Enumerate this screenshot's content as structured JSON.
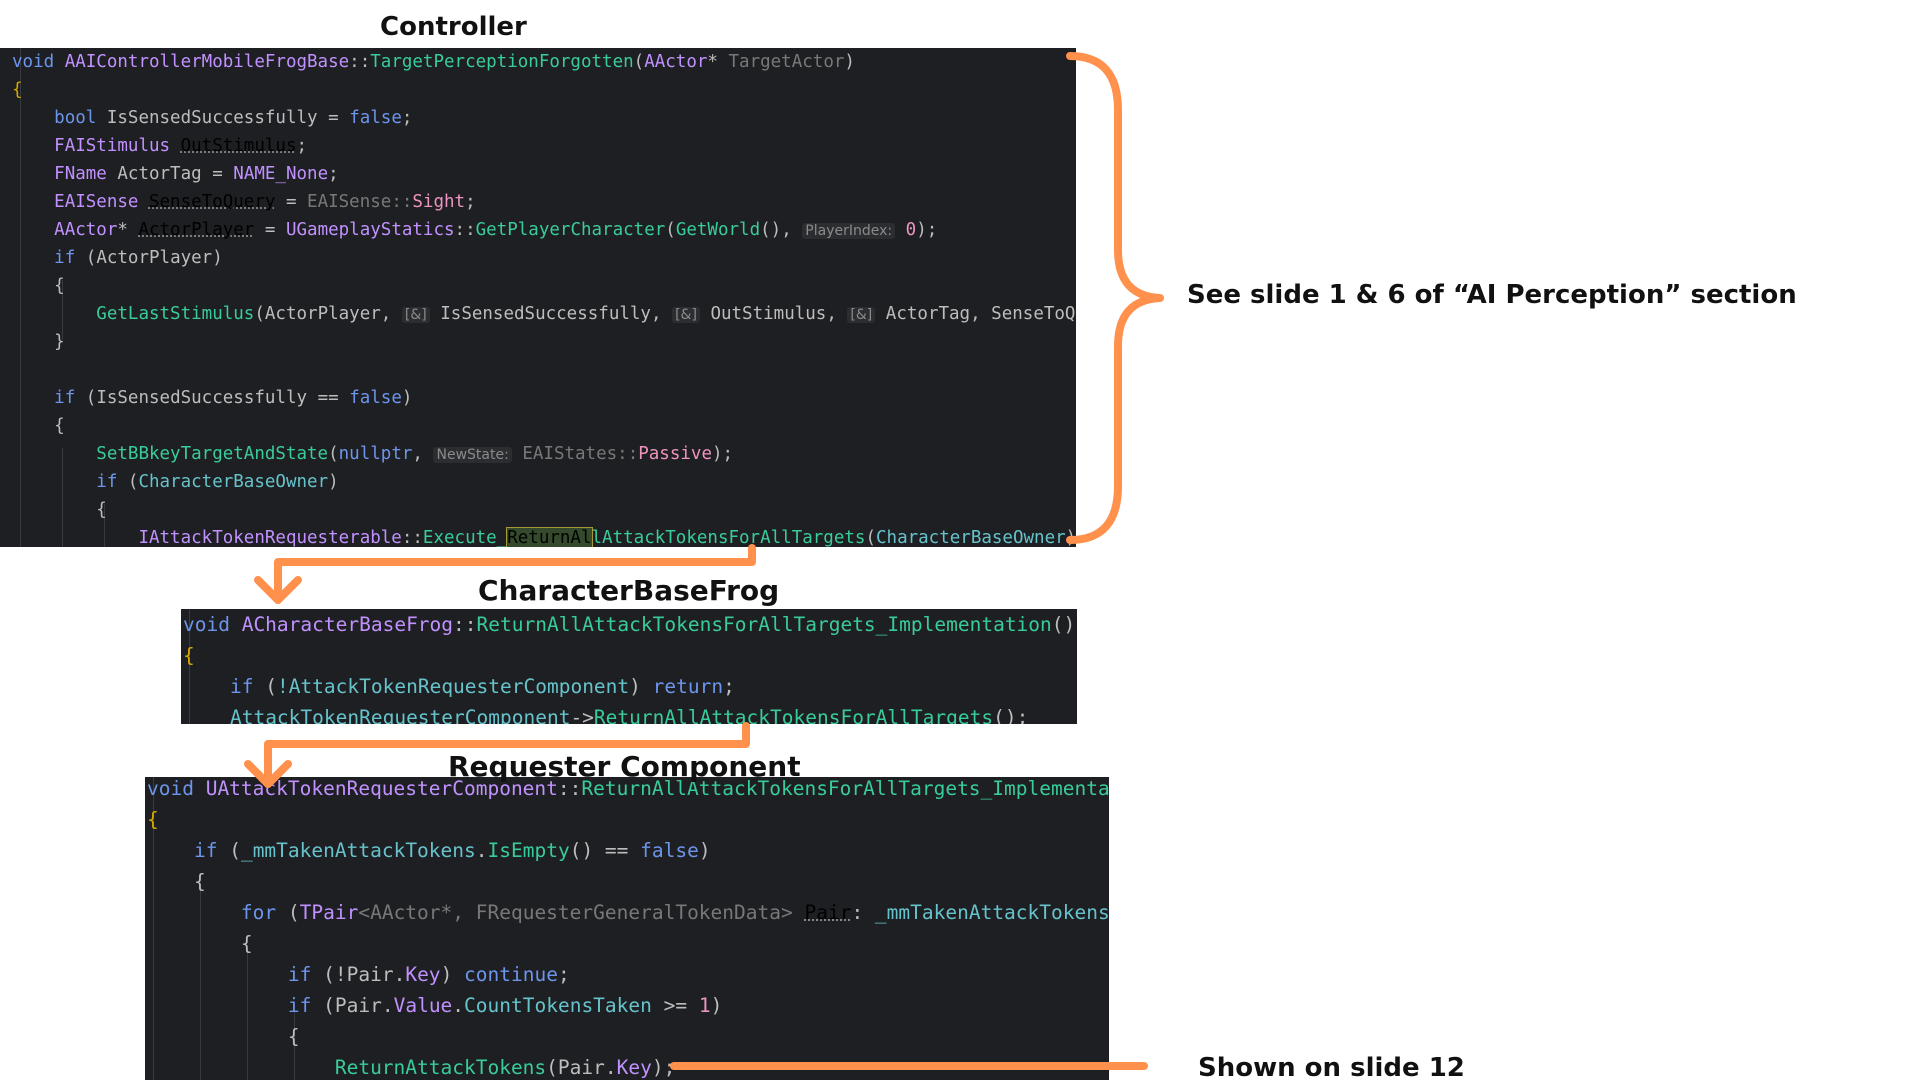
{
  "titles": {
    "controller": "Controller",
    "character_base_frog": "CharacterBaseFrog",
    "requester_component": "Requester Component"
  },
  "notes": {
    "perception": "See slide 1 & 6 of “AI Perception” section",
    "slide12": "Shown on slide 12"
  },
  "colors": {
    "editor_background": "#1e1f22",
    "connector_orange": "#ff914d",
    "keyword": "#6c95eb",
    "type": "#c191ff",
    "function": "#39cc9b"
  },
  "code_blocks": {
    "controller": [
      [
        [
          "kw",
          "void "
        ],
        [
          "ty",
          "AAIControllerMobileFrogBase"
        ],
        [
          "pu",
          "::"
        ],
        [
          "fn",
          "TargetPerceptionForgotten"
        ],
        [
          "pu",
          "("
        ],
        [
          "ty",
          "AActor"
        ],
        [
          "pu",
          "* "
        ],
        [
          "dim",
          "TargetActor"
        ],
        [
          "pu",
          ")"
        ]
      ],
      [
        [
          "br",
          "{"
        ]
      ],
      [
        [
          "pu",
          "    "
        ],
        [
          "kw",
          "bool "
        ],
        [
          "id",
          "IsSensedSuccessfully "
        ],
        [
          "pu",
          "= "
        ],
        [
          "kw",
          "false"
        ],
        [
          "pu",
          ";"
        ]
      ],
      [
        [
          "pu",
          "    "
        ],
        [
          "ty",
          "FAIStimulus "
        ],
        [
          "ul",
          "OutStimulus"
        ],
        [
          "pu",
          ";"
        ]
      ],
      [
        [
          "pu",
          "    "
        ],
        [
          "ty",
          "FName "
        ],
        [
          "id",
          "ActorTag "
        ],
        [
          "pu",
          "= "
        ],
        [
          "ty",
          "NAME_None"
        ],
        [
          "pu",
          ";"
        ]
      ],
      [
        [
          "pu",
          "    "
        ],
        [
          "ty",
          "EAISense "
        ],
        [
          "ul",
          "SenseToQuery"
        ],
        [
          "pu",
          " = "
        ],
        [
          "dim",
          "EAISense::"
        ],
        [
          "pink",
          "Sight"
        ],
        [
          "pu",
          ";"
        ]
      ],
      [
        [
          "pu",
          "    "
        ],
        [
          "ty",
          "AActor"
        ],
        [
          "pu",
          "* "
        ],
        [
          "ul",
          "ActorPlayer"
        ],
        [
          "pu",
          " = "
        ],
        [
          "ty",
          "UGameplayStatics"
        ],
        [
          "pu",
          "::"
        ],
        [
          "fn",
          "GetPlayerCharacter"
        ],
        [
          "pu",
          "("
        ],
        [
          "fn",
          "GetWorld"
        ],
        [
          "pu",
          "(), "
        ],
        [
          "hint",
          "PlayerIndex:"
        ],
        [
          "pink",
          " 0"
        ],
        [
          "pu",
          ");"
        ]
      ],
      [
        [
          "pu",
          "    "
        ],
        [
          "kw",
          "if "
        ],
        [
          "pu",
          "("
        ],
        [
          "id",
          "ActorPlayer"
        ],
        [
          "pu",
          ")"
        ]
      ],
      [
        [
          "pu",
          "    {"
        ]
      ],
      [
        [
          "pu",
          "        "
        ],
        [
          "fn",
          "GetLastStimulus"
        ],
        [
          "pu",
          "("
        ],
        [
          "id",
          "ActorPlayer"
        ],
        [
          "pu",
          ", "
        ],
        [
          "hint",
          "[&]"
        ],
        [
          "id",
          " IsSensedSuccessfully"
        ],
        [
          "pu",
          ", "
        ],
        [
          "hint",
          "[&]"
        ],
        [
          "id",
          " OutStimulus"
        ],
        [
          "pu",
          ", "
        ],
        [
          "hint",
          "[&]"
        ],
        [
          "id",
          " ActorTag"
        ],
        [
          "pu",
          ", "
        ],
        [
          "id",
          "SenseToQuery"
        ],
        [
          "pu",
          ");"
        ]
      ],
      [
        [
          "pu",
          "    }"
        ]
      ],
      [
        [
          "pu",
          ""
        ]
      ],
      [
        [
          "pu",
          "    "
        ],
        [
          "kw",
          "if "
        ],
        [
          "pu",
          "("
        ],
        [
          "id",
          "IsSensedSuccessfully "
        ],
        [
          "pu",
          "== "
        ],
        [
          "kw",
          "false"
        ],
        [
          "pu",
          ")"
        ]
      ],
      [
        [
          "pu",
          "    {"
        ]
      ],
      [
        [
          "pu",
          "        "
        ],
        [
          "fn",
          "SetBBkeyTargetAndState"
        ],
        [
          "pu",
          "("
        ],
        [
          "kw",
          "nullptr"
        ],
        [
          "pu",
          ", "
        ],
        [
          "hint",
          "NewState:"
        ],
        [
          "dim",
          " EAIStates::"
        ],
        [
          "pink",
          "Passive"
        ],
        [
          "pu",
          ");"
        ]
      ],
      [
        [
          "pu",
          "        "
        ],
        [
          "kw",
          "if "
        ],
        [
          "pu",
          "("
        ],
        [
          "fld",
          "CharacterBaseOwner"
        ],
        [
          "pu",
          ")"
        ]
      ],
      [
        [
          "pu",
          "        {"
        ]
      ],
      [
        [
          "pu",
          "            "
        ],
        [
          "ty",
          "IAttackTokenRequesterable"
        ],
        [
          "pu",
          "::"
        ],
        [
          "fn",
          "Execute_"
        ],
        [
          "hl",
          "ReturnAl"
        ],
        [
          "fn",
          "lAttackTokensForAllTargets"
        ],
        [
          "pu",
          "("
        ],
        [
          "fld",
          "CharacterBaseOwner"
        ],
        [
          "pu",
          ");"
        ]
      ]
    ],
    "character_base_frog": [
      [
        [
          "kw",
          "void "
        ],
        [
          "ty",
          "ACharacterBaseFrog"
        ],
        [
          "pu",
          "::"
        ],
        [
          "fn",
          "ReturnAllAttackTokensForAllTargets_Implementation"
        ],
        [
          "pu",
          "()"
        ]
      ],
      [
        [
          "br",
          "{"
        ]
      ],
      [
        [
          "pu",
          "    "
        ],
        [
          "kw",
          "if "
        ],
        [
          "pu",
          "("
        ],
        [
          "fld",
          "!AttackTokenRequesterComponent"
        ],
        [
          "pu",
          ") "
        ],
        [
          "kw",
          "return"
        ],
        [
          "pu",
          ";"
        ]
      ],
      [
        [
          "pu",
          "    "
        ],
        [
          "fld",
          "AttackTokenRequesterComponent"
        ],
        [
          "pu",
          "->"
        ],
        [
          "fn",
          "ReturnAllAttackTokensForAllTargets"
        ],
        [
          "pu",
          "();"
        ]
      ]
    ],
    "requester_component": [
      [
        [
          "kw",
          "void "
        ],
        [
          "ty",
          "UAttackTokenRequesterComponent"
        ],
        [
          "pu",
          "::"
        ],
        [
          "fn",
          "ReturnAllAttackTokensForAllTargets_Implementation"
        ],
        [
          "pu",
          "()"
        ]
      ],
      [
        [
          "br",
          "{"
        ]
      ],
      [
        [
          "pu",
          "    "
        ],
        [
          "kw",
          "if "
        ],
        [
          "pu",
          "("
        ],
        [
          "fld",
          "_mmTakenAttackTokens"
        ],
        [
          "pu",
          "."
        ],
        [
          "fn",
          "IsEmpty"
        ],
        [
          "pu",
          "() == "
        ],
        [
          "kw",
          "false"
        ],
        [
          "pu",
          ")"
        ]
      ],
      [
        [
          "pu",
          "    {"
        ]
      ],
      [
        [
          "pu",
          "        "
        ],
        [
          "kw",
          "for "
        ],
        [
          "pu",
          "("
        ],
        [
          "ty",
          "TPair"
        ],
        [
          "dim",
          "<AActor*, FRequesterGeneralTokenData> "
        ],
        [
          "ul",
          "Pair"
        ],
        [
          "pu",
          ": "
        ],
        [
          "fld",
          "_mmTakenAttackTokens"
        ],
        [
          "pu",
          ")"
        ]
      ],
      [
        [
          "pu",
          "        {"
        ]
      ],
      [
        [
          "pu",
          "            "
        ],
        [
          "kw",
          "if "
        ],
        [
          "pu",
          "(!"
        ],
        [
          "id",
          "Pair"
        ],
        [
          "pu",
          "."
        ],
        [
          "ty",
          "Key"
        ],
        [
          "pu",
          ") "
        ],
        [
          "kw",
          "continue"
        ],
        [
          "pu",
          ";"
        ]
      ],
      [
        [
          "pu",
          "            "
        ],
        [
          "kw",
          "if "
        ],
        [
          "pu",
          "("
        ],
        [
          "id",
          "Pair"
        ],
        [
          "pu",
          "."
        ],
        [
          "ty",
          "Value"
        ],
        [
          "pu",
          "."
        ],
        [
          "fld",
          "CountTokensTaken "
        ],
        [
          "pu",
          ">= "
        ],
        [
          "pink",
          "1"
        ],
        [
          "pu",
          ")"
        ]
      ],
      [
        [
          "pu",
          "            {"
        ]
      ],
      [
        [
          "pu",
          "                "
        ],
        [
          "fn",
          "ReturnAttackTokens"
        ],
        [
          "pu",
          "("
        ],
        [
          "id",
          "Pair"
        ],
        [
          "pu",
          "."
        ],
        [
          "ty",
          "Key"
        ],
        [
          "pu",
          ");"
        ]
      ]
    ]
  }
}
